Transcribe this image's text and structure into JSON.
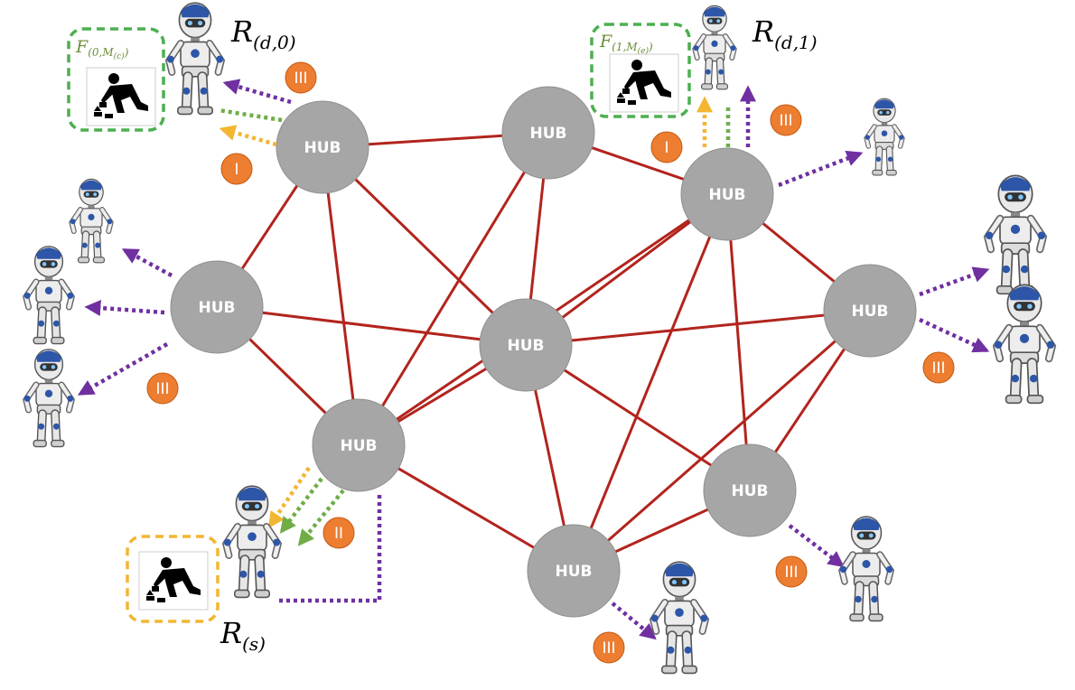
{
  "hub_label": "HUB",
  "labels": {
    "r_d0": {
      "main": "R",
      "sub": "(d,0)"
    },
    "r_d1": {
      "main": "R",
      "sub": "(d,1)"
    },
    "r_s": {
      "main": "R",
      "sub": "(s)"
    },
    "f_0": {
      "main": "F",
      "sub": "(0,M",
      "subsub": "(c)",
      "close": ")"
    },
    "f_1": {
      "main": "F",
      "sub": "(1,M",
      "subsub": "(e)",
      "close": ")"
    }
  },
  "badges": {
    "one": "I",
    "two": "II",
    "three": "III"
  },
  "colors": {
    "hub_fill": "#a6a6a6",
    "hub_stroke": "#8f8f8f",
    "link": "#b2241d",
    "arrow_purple": "#7030a0",
    "arrow_green": "#70ad47",
    "arrow_yellow": "#f2b632",
    "badge": "#ed7d31",
    "frame_green": "#4caf50",
    "frame_yellow": "#f2b632",
    "label_green": "#6b8e3a"
  },
  "icons": {
    "robot": "robot-icon",
    "task": "worker-task-icon"
  }
}
